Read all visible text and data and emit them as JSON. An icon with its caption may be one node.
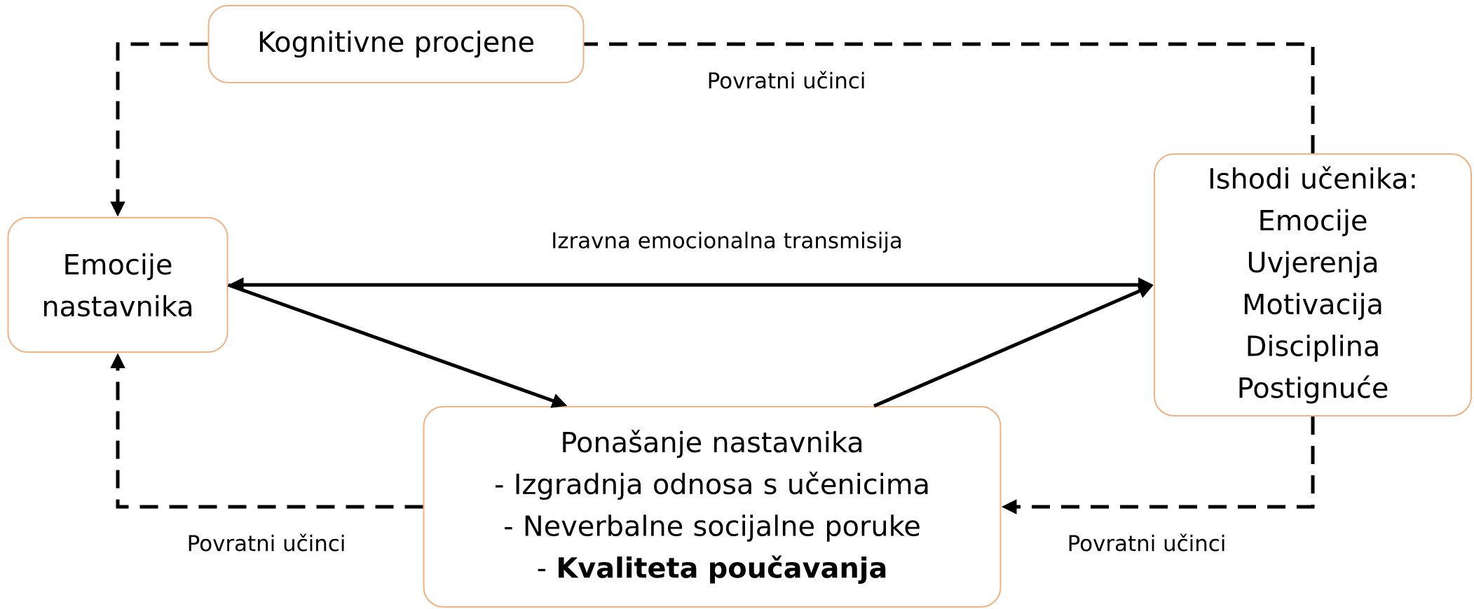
{
  "diagram": {
    "nodes": [
      {
        "text": [
          "Kognitivne procjene"
        ]
      },
      {
        "text": [
          "Emocije nastavnika"
        ]
      },
      {
        "text": [
          "Ishodi učenika:",
          "Emocije",
          "Uvjerenja",
          "Motivacija",
          "Disciplina",
          "Postignuće"
        ]
      },
      {
        "text": [
          "Ponašanje nastavnika",
          "-   Izgradnja odnosa s učenicima",
          "-   Neverbalne socijalne poruke",
          "-   **Kvaliteta poučavanja**"
        ]
      }
    ],
    "edges": [
      {
        "from": 2,
        "to": 0,
        "arrow": "none",
        "style": "dashed",
        "label": "Povratni učinci"
      },
      {
        "from": 0,
        "to": 1,
        "arrow": "to",
        "style": "dashed"
      },
      {
        "from": 1,
        "to": 2,
        "arrow": "both",
        "label": "Izravna emocionalna transmisija"
      },
      {
        "from": 1,
        "to": 3,
        "arrow": "to"
      },
      {
        "from": 3,
        "to": 2,
        "arrow": "to"
      },
      {
        "from": 2,
        "to": 3,
        "arrow": "to",
        "style": "dashed",
        "label": "Povratni učinci"
      },
      {
        "from": 3,
        "to": 1,
        "arrow": "to",
        "style": "dashed",
        "label": "Povratni učinci"
      }
    ]
  }
}
